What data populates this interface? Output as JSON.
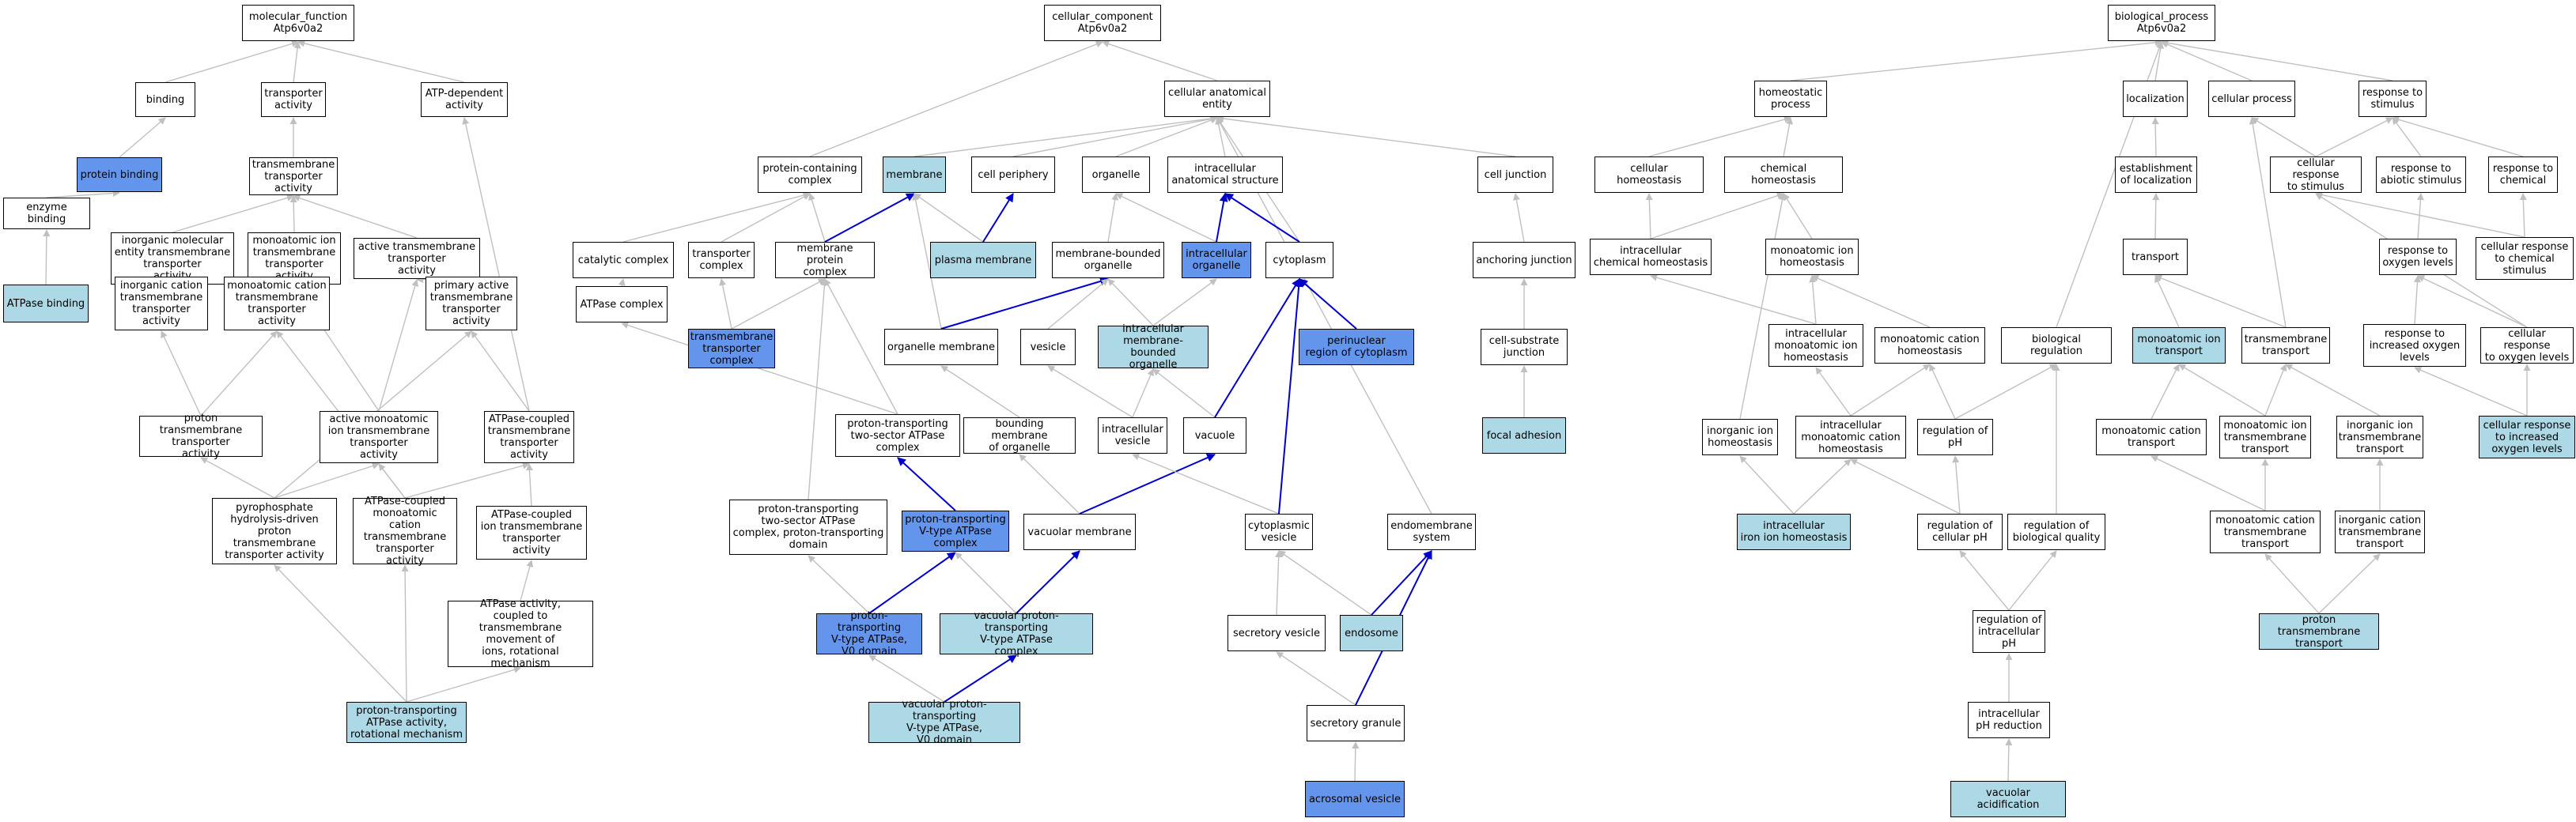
{
  "colors": {
    "plain": "#ffffff",
    "light": "#add8e6",
    "highlight": "#6495ed",
    "edge_gray": "#c0c0c0",
    "edge_blue": "#0000cd"
  },
  "nodes": {
    "mf": {
      "label": "molecular_function\nAtp6v0a2",
      "fill": "white"
    },
    "binding": {
      "label": "binding",
      "fill": "white"
    },
    "transp_act": {
      "label": "transporter\nactivity",
      "fill": "white"
    },
    "atpdep": {
      "label": "ATP-dependent\nactivity",
      "fill": "white"
    },
    "protbind": {
      "label": "protein binding",
      "fill": "blue"
    },
    "tm_transp": {
      "label": "transmembrane\ntransporter\nactivity",
      "fill": "white"
    },
    "enzbind": {
      "label": "enzyme binding",
      "fill": "white"
    },
    "inorg_tm": {
      "label": "inorganic molecular\nentity transmembrane\ntransporter\nactivity",
      "fill": "white"
    },
    "monoion_tm": {
      "label": "monoatomic ion\ntransmembrane\ntransporter\nactivity",
      "fill": "white"
    },
    "active_tm": {
      "label": "active transmembrane\ntransporter\nactivity",
      "fill": "white"
    },
    "atpbind": {
      "label": "ATPase binding",
      "fill": "light"
    },
    "inorgcat_tm": {
      "label": "inorganic cation\ntransmembrane\ntransporter\nactivity",
      "fill": "white"
    },
    "monocat_tm": {
      "label": "monoatomic cation\ntransmembrane\ntransporter\nactivity",
      "fill": "white"
    },
    "primary_tm": {
      "label": "primary active\ntransmembrane\ntransporter\nactivity",
      "fill": "white"
    },
    "proton_tm": {
      "label": "proton transmembrane\ntransporter\nactivity",
      "fill": "white"
    },
    "active_monoion": {
      "label": "active monoatomic\nion transmembrane\ntransporter\nactivity",
      "fill": "white"
    },
    "atpcoupled_tm": {
      "label": "ATPase-coupled\ntransmembrane\ntransporter\nactivity",
      "fill": "white"
    },
    "pyro": {
      "label": "pyrophosphate\nhydrolysis-driven\nproton transmembrane\ntransporter activity",
      "fill": "white"
    },
    "atpc_monocat": {
      "label": "ATPase-coupled\nmonoatomic cation\ntransmembrane\ntransporter\nactivity",
      "fill": "white"
    },
    "atpc_ion": {
      "label": "ATPase-coupled\nion transmembrane\ntransporter\nactivity",
      "fill": "white"
    },
    "atp_rot": {
      "label": "ATPase activity,\ncoupled to transmembrane\nmovement of\nions, rotational\nmechanism",
      "fill": "white"
    },
    "proton_rot": {
      "label": "proton-transporting\nATPase activity,\nrotational mechanism",
      "fill": "light"
    },
    "cc": {
      "label": "cellular_component\nAtp6v0a2",
      "fill": "white"
    },
    "cae": {
      "label": "cellular anatomical\nentity",
      "fill": "white"
    },
    "protcont": {
      "label": "protein-containing\ncomplex",
      "fill": "white"
    },
    "membrane": {
      "label": "membrane",
      "fill": "light"
    },
    "cellperiph": {
      "label": "cell periphery",
      "fill": "white"
    },
    "organelle": {
      "label": "organelle",
      "fill": "white"
    },
    "intracell_as": {
      "label": "intracellular\nanatomical structure",
      "fill": "white"
    },
    "celljunc": {
      "label": "cell junction",
      "fill": "white"
    },
    "catcomplex": {
      "label": "catalytic complex",
      "fill": "white"
    },
    "transpcomplex": {
      "label": "transporter\ncomplex",
      "fill": "white"
    },
    "memprotcomplex": {
      "label": "membrane protein\ncomplex",
      "fill": "white"
    },
    "plasmamem": {
      "label": "plasma membrane",
      "fill": "light"
    },
    "membound": {
      "label": "membrane-bounded\norganelle",
      "fill": "white"
    },
    "intracell_org": {
      "label": "intracellular\norganelle",
      "fill": "blue"
    },
    "cytoplasm": {
      "label": "cytoplasm",
      "fill": "white"
    },
    "anchjunc": {
      "label": "anchoring junction",
      "fill": "white"
    },
    "atpcomplex": {
      "label": "ATPase complex",
      "fill": "white"
    },
    "tmtranspcomplex": {
      "label": "transmembrane\ntransporter\ncomplex",
      "fill": "blue"
    },
    "orgmem": {
      "label": "organelle membrane",
      "fill": "white"
    },
    "vesicle": {
      "label": "vesicle",
      "fill": "white"
    },
    "intracell_mbo": {
      "label": "intracellular\nmembrane-bounded\norganelle",
      "fill": "light"
    },
    "perinuclear": {
      "label": "perinuclear\nregion of cytoplasm",
      "fill": "blue"
    },
    "cellsub": {
      "label": "cell-substrate\njunction",
      "fill": "white"
    },
    "pt2s": {
      "label": "proton-transporting\ntwo-sector ATPase\ncomplex",
      "fill": "white"
    },
    "boundmem": {
      "label": "bounding membrane\nof organelle",
      "fill": "white"
    },
    "intracell_ves": {
      "label": "intracellular\nvesicle",
      "fill": "white"
    },
    "vacuole": {
      "label": "vacuole",
      "fill": "white"
    },
    "focaladh": {
      "label": "focal adhesion",
      "fill": "light"
    },
    "pt2s_domain": {
      "label": "proton-transporting\ntwo-sector ATPase\ncomplex, proton-transporting\ndomain",
      "fill": "white"
    },
    "ptv": {
      "label": "proton-transporting\nV-type ATPase\ncomplex",
      "fill": "blue"
    },
    "vacmem": {
      "label": "vacuolar membrane",
      "fill": "white"
    },
    "cytovesicle": {
      "label": "cytoplasmic\nvesicle",
      "fill": "white"
    },
    "endomem": {
      "label": "endomembrane\nsystem",
      "fill": "white"
    },
    "ptv_v0": {
      "label": "proton-transporting\nV-type ATPase,\nV0 domain",
      "fill": "blue"
    },
    "vacptv": {
      "label": "vacuolar proton-transporting\nV-type ATPase\ncomplex",
      "fill": "light"
    },
    "secvesicle": {
      "label": "secretory vesicle",
      "fill": "white"
    },
    "endosome": {
      "label": "endosome",
      "fill": "light"
    },
    "vacptv_v0": {
      "label": "vacuolar proton-transporting\nV-type ATPase,\nV0 domain",
      "fill": "light"
    },
    "secgranule": {
      "label": "secretory granule",
      "fill": "white"
    },
    "acrosomal": {
      "label": "acrosomal vesicle",
      "fill": "blue"
    },
    "bp": {
      "label": "biological_process\nAtp6v0a2",
      "fill": "white"
    },
    "homeo": {
      "label": "homeostatic\nprocess",
      "fill": "white"
    },
    "localization": {
      "label": "localization",
      "fill": "white"
    },
    "cellproc": {
      "label": "cellular process",
      "fill": "white"
    },
    "resp_stim": {
      "label": "response to\nstimulus",
      "fill": "white"
    },
    "cellhomeo": {
      "label": "cellular homeostasis",
      "fill": "white"
    },
    "chemhomeo": {
      "label": "chemical homeostasis",
      "fill": "white"
    },
    "estloc": {
      "label": "establishment\nof localization",
      "fill": "white"
    },
    "cellresp_stim": {
      "label": "cellular response\nto stimulus",
      "fill": "white"
    },
    "resp_abiotic": {
      "label": "response to\nabiotic stimulus",
      "fill": "white"
    },
    "resp_chem": {
      "label": "response to\nchemical",
      "fill": "white"
    },
    "intra_chemhomeo": {
      "label": "intracellular\nchemical homeostasis",
      "fill": "white"
    },
    "monoion_homeo": {
      "label": "monoatomic ion\nhomeostasis",
      "fill": "white"
    },
    "transport": {
      "label": "transport",
      "fill": "white"
    },
    "resp_o2": {
      "label": "response to\noxygen levels",
      "fill": "white"
    },
    "cellresp_chem": {
      "label": "cellular response\nto chemical\nstimulus",
      "fill": "white"
    },
    "intra_monoion_homeo": {
      "label": "intracellular\nmonoatomic ion\nhomeostasis",
      "fill": "white"
    },
    "monocat_homeo": {
      "label": "monoatomic cation\nhomeostasis",
      "fill": "white"
    },
    "bioreg": {
      "label": "biological regulation",
      "fill": "white"
    },
    "monoion_transport": {
      "label": "monoatomic ion\ntransport",
      "fill": "light"
    },
    "tm_transport": {
      "label": "transmembrane\ntransport",
      "fill": "white"
    },
    "resp_inc_o2": {
      "label": "response to\nincreased oxygen\nlevels",
      "fill": "white"
    },
    "cellresp_o2": {
      "label": "cellular response\nto oxygen levels",
      "fill": "white"
    },
    "inorg_homeo": {
      "label": "inorganic ion\nhomeostasis",
      "fill": "white"
    },
    "intra_monocat_homeo": {
      "label": "intracellular\nmonoatomic cation\nhomeostasis",
      "fill": "white"
    },
    "reg_ph": {
      "label": "regulation of\npH",
      "fill": "white"
    },
    "monocat_transport": {
      "label": "monoatomic cation\ntransport",
      "fill": "white"
    },
    "monoion_tm_transport": {
      "label": "monoatomic ion\ntransmembrane\ntransport",
      "fill": "white"
    },
    "inorg_tm_transport": {
      "label": "inorganic ion\ntransmembrane\ntransport",
      "fill": "white"
    },
    "cellresp_inc_o2": {
      "label": "cellular response\nto increased\noxygen levels",
      "fill": "light"
    },
    "intra_iron": {
      "label": "intracellular\niron ion homeostasis",
      "fill": "light"
    },
    "reg_cell_ph": {
      "label": "regulation of\ncellular pH",
      "fill": "white"
    },
    "reg_bioqual": {
      "label": "regulation of\nbiological quality",
      "fill": "white"
    },
    "monocat_tm_transport": {
      "label": "monoatomic cation\ntransmembrane\ntransport",
      "fill": "white"
    },
    "inorgcat_tm_transport": {
      "label": "inorganic cation\ntransmembrane\ntransport",
      "fill": "white"
    },
    "reg_intra_ph": {
      "label": "regulation of\nintracellular\npH",
      "fill": "white"
    },
    "proton_transport": {
      "label": "proton transmembrane\ntransport",
      "fill": "light"
    },
    "intra_ph_red": {
      "label": "intracellular\npH reduction",
      "fill": "white"
    },
    "vac_acid": {
      "label": "vacuolar acidification",
      "fill": "light"
    }
  },
  "edges": [
    [
      "binding",
      "mf",
      "g"
    ],
    [
      "transp_act",
      "mf",
      "g"
    ],
    [
      "atpdep",
      "mf",
      "g"
    ],
    [
      "protbind",
      "binding",
      "g"
    ],
    [
      "tm_transp",
      "transp_act",
      "g"
    ],
    [
      "enzbind",
      "protbind",
      "g"
    ],
    [
      "inorg_tm",
      "tm_transp",
      "g"
    ],
    [
      "monoion_tm",
      "tm_transp",
      "g"
    ],
    [
      "active_tm",
      "tm_transp",
      "g"
    ],
    [
      "atpbind",
      "enzbind",
      "g"
    ],
    [
      "inorgcat_tm",
      "inorg_tm",
      "g"
    ],
    [
      "monocat_tm",
      "monoion_tm",
      "g"
    ],
    [
      "primary_tm",
      "active_tm",
      "g"
    ],
    [
      "proton_tm",
      "inorgcat_tm",
      "g"
    ],
    [
      "proton_tm",
      "monocat_tm",
      "g"
    ],
    [
      "active_monoion",
      "active_tm",
      "g"
    ],
    [
      "active_monoion",
      "monoion_tm",
      "g"
    ],
    [
      "atpcoupled_tm",
      "primary_tm",
      "g"
    ],
    [
      "atpcoupled_tm",
      "atpdep",
      "g"
    ],
    [
      "pyro",
      "proton_tm",
      "g"
    ],
    [
      "pyro",
      "active_monoion",
      "g"
    ],
    [
      "pyro",
      "primary_tm",
      "g"
    ],
    [
      "atpc_monocat",
      "monocat_tm",
      "g"
    ],
    [
      "atpc_monocat",
      "active_monoion",
      "g"
    ],
    [
      "atpc_monocat",
      "atpcoupled_tm",
      "g"
    ],
    [
      "atpc_ion",
      "atpcoupled_tm",
      "g"
    ],
    [
      "atp_rot",
      "atpc_ion",
      "g"
    ],
    [
      "proton_rot",
      "pyro",
      "g"
    ],
    [
      "proton_rot",
      "atpc_monocat",
      "g"
    ],
    [
      "proton_rot",
      "atp_rot",
      "g"
    ],
    [
      "cae",
      "cc",
      "g"
    ],
    [
      "protcont",
      "cc",
      "g"
    ],
    [
      "membrane",
      "cae",
      "g"
    ],
    [
      "cellperiph",
      "cae",
      "g"
    ],
    [
      "organelle",
      "cae",
      "g"
    ],
    [
      "intracell_as",
      "cae",
      "g"
    ],
    [
      "celljunc",
      "cae",
      "g"
    ],
    [
      "cytoplasm",
      "cae",
      "g"
    ],
    [
      "endomem",
      "cae",
      "g"
    ],
    [
      "catcomplex",
      "protcont",
      "g"
    ],
    [
      "transpcomplex",
      "protcont",
      "g"
    ],
    [
      "memprotcomplex",
      "protcont",
      "g"
    ],
    [
      "memprotcomplex",
      "membrane",
      "b"
    ],
    [
      "plasmamem",
      "membrane",
      "g"
    ],
    [
      "plasmamem",
      "cellperiph",
      "b"
    ],
    [
      "membound",
      "organelle",
      "g"
    ],
    [
      "intracell_org",
      "organelle",
      "g"
    ],
    [
      "intracell_org",
      "intracell_as",
      "b"
    ],
    [
      "cytoplasm",
      "intracell_as",
      "b"
    ],
    [
      "anchjunc",
      "celljunc",
      "g"
    ],
    [
      "atpcomplex",
      "catcomplex",
      "g"
    ],
    [
      "tmtranspcomplex",
      "transpcomplex",
      "g"
    ],
    [
      "tmtranspcomplex",
      "memprotcomplex",
      "g"
    ],
    [
      "orgmem",
      "membrane",
      "g"
    ],
    [
      "orgmem",
      "membound",
      "b"
    ],
    [
      "vesicle",
      "membound",
      "g"
    ],
    [
      "intracell_mbo",
      "membound",
      "g"
    ],
    [
      "intracell_mbo",
      "intracell_org",
      "g"
    ],
    [
      "perinuclear",
      "cytoplasm",
      "b"
    ],
    [
      "cellsub",
      "anchjunc",
      "g"
    ],
    [
      "pt2s",
      "atpcomplex",
      "g"
    ],
    [
      "pt2s",
      "memprotcomplex",
      "g"
    ],
    [
      "boundmem",
      "orgmem",
      "g"
    ],
    [
      "intracell_ves",
      "vesicle",
      "g"
    ],
    [
      "intracell_ves",
      "intracell_mbo",
      "g"
    ],
    [
      "vacuole",
      "intracell_mbo",
      "g"
    ],
    [
      "vacuole",
      "cytoplasm",
      "b"
    ],
    [
      "focaladh",
      "cellsub",
      "g"
    ],
    [
      "pt2s_domain",
      "memprotcomplex",
      "g"
    ],
    [
      "ptv",
      "pt2s",
      "b"
    ],
    [
      "vacmem",
      "boundmem",
      "g"
    ],
    [
      "vacmem",
      "vacuole",
      "b"
    ],
    [
      "cytovesicle",
      "intracell_ves",
      "g"
    ],
    [
      "cytovesicle",
      "cytoplasm",
      "b"
    ],
    [
      "ptv_v0",
      "pt2s_domain",
      "g"
    ],
    [
      "ptv_v0",
      "ptv",
      "b"
    ],
    [
      "vacptv",
      "ptv",
      "g"
    ],
    [
      "vacptv",
      "vacmem",
      "b"
    ],
    [
      "secvesicle",
      "cytovesicle",
      "g"
    ],
    [
      "endosome",
      "cytovesicle",
      "g"
    ],
    [
      "endosome",
      "endomem",
      "b"
    ],
    [
      "vacptv_v0",
      "ptv_v0",
      "g"
    ],
    [
      "vacptv_v0",
      "vacptv",
      "b"
    ],
    [
      "secgranule",
      "secvesicle",
      "g"
    ],
    [
      "secgranule",
      "endomem",
      "b"
    ],
    [
      "acrosomal",
      "secgranule",
      "g"
    ],
    [
      "homeo",
      "bp",
      "g"
    ],
    [
      "localization",
      "bp",
      "g"
    ],
    [
      "cellproc",
      "bp",
      "g"
    ],
    [
      "resp_stim",
      "bp",
      "g"
    ],
    [
      "bioreg",
      "bp",
      "g"
    ],
    [
      "cellhomeo",
      "homeo",
      "g"
    ],
    [
      "chemhomeo",
      "homeo",
      "g"
    ],
    [
      "estloc",
      "localization",
      "g"
    ],
    [
      "cellresp_stim",
      "cellproc",
      "g"
    ],
    [
      "cellresp_stim",
      "resp_stim",
      "g"
    ],
    [
      "resp_abiotic",
      "resp_stim",
      "g"
    ],
    [
      "resp_chem",
      "resp_stim",
      "g"
    ],
    [
      "intra_chemhomeo",
      "cellhomeo",
      "g"
    ],
    [
      "intra_chemhomeo",
      "chemhomeo",
      "g"
    ],
    [
      "monoion_homeo",
      "chemhomeo",
      "g"
    ],
    [
      "transport",
      "estloc",
      "g"
    ],
    [
      "resp_o2",
      "resp_abiotic",
      "g"
    ],
    [
      "cellresp_chem",
      "resp_chem",
      "g"
    ],
    [
      "cellresp_chem",
      "cellresp_stim",
      "g"
    ],
    [
      "intra_monoion_homeo",
      "intra_chemhomeo",
      "g"
    ],
    [
      "intra_monoion_homeo",
      "monoion_homeo",
      "g"
    ],
    [
      "monocat_homeo",
      "monoion_homeo",
      "g"
    ],
    [
      "monoion_transport",
      "transport",
      "g"
    ],
    [
      "tm_transport",
      "transport",
      "g"
    ],
    [
      "tm_transport",
      "cellproc",
      "g"
    ],
    [
      "resp_inc_o2",
      "resp_o2",
      "g"
    ],
    [
      "cellresp_o2",
      "resp_o2",
      "g"
    ],
    [
      "cellresp_o2",
      "cellresp_stim",
      "g"
    ],
    [
      "inorg_homeo",
      "chemhomeo",
      "g"
    ],
    [
      "intra_monocat_homeo",
      "intra_monoion_homeo",
      "g"
    ],
    [
      "intra_monocat_homeo",
      "monocat_homeo",
      "g"
    ],
    [
      "reg_ph",
      "monocat_homeo",
      "g"
    ],
    [
      "reg_ph",
      "bioreg",
      "g"
    ],
    [
      "monocat_transport",
      "monoion_transport",
      "g"
    ],
    [
      "monoion_tm_transport",
      "monoion_transport",
      "g"
    ],
    [
      "monoion_tm_transport",
      "tm_transport",
      "g"
    ],
    [
      "inorg_tm_transport",
      "tm_transport",
      "g"
    ],
    [
      "cellresp_inc_o2",
      "resp_inc_o2",
      "g"
    ],
    [
      "cellresp_inc_o2",
      "cellresp_o2",
      "g"
    ],
    [
      "intra_iron",
      "inorg_homeo",
      "g"
    ],
    [
      "intra_iron",
      "intra_monocat_homeo",
      "g"
    ],
    [
      "reg_cell_ph",
      "reg_ph",
      "g"
    ],
    [
      "reg_cell_ph",
      "intra_monocat_homeo",
      "g"
    ],
    [
      "reg_bioqual",
      "bioreg",
      "g"
    ],
    [
      "monocat_tm_transport",
      "monocat_transport",
      "g"
    ],
    [
      "monocat_tm_transport",
      "monoion_tm_transport",
      "g"
    ],
    [
      "inorgcat_tm_transport",
      "inorg_tm_transport",
      "g"
    ],
    [
      "reg_intra_ph",
      "reg_cell_ph",
      "g"
    ],
    [
      "reg_intra_ph",
      "reg_bioqual",
      "g"
    ],
    [
      "proton_transport",
      "monocat_tm_transport",
      "g"
    ],
    [
      "proton_transport",
      "inorgcat_tm_transport",
      "g"
    ],
    [
      "intra_ph_red",
      "reg_intra_ph",
      "g"
    ],
    [
      "vac_acid",
      "intra_ph_red",
      "g"
    ]
  ]
}
